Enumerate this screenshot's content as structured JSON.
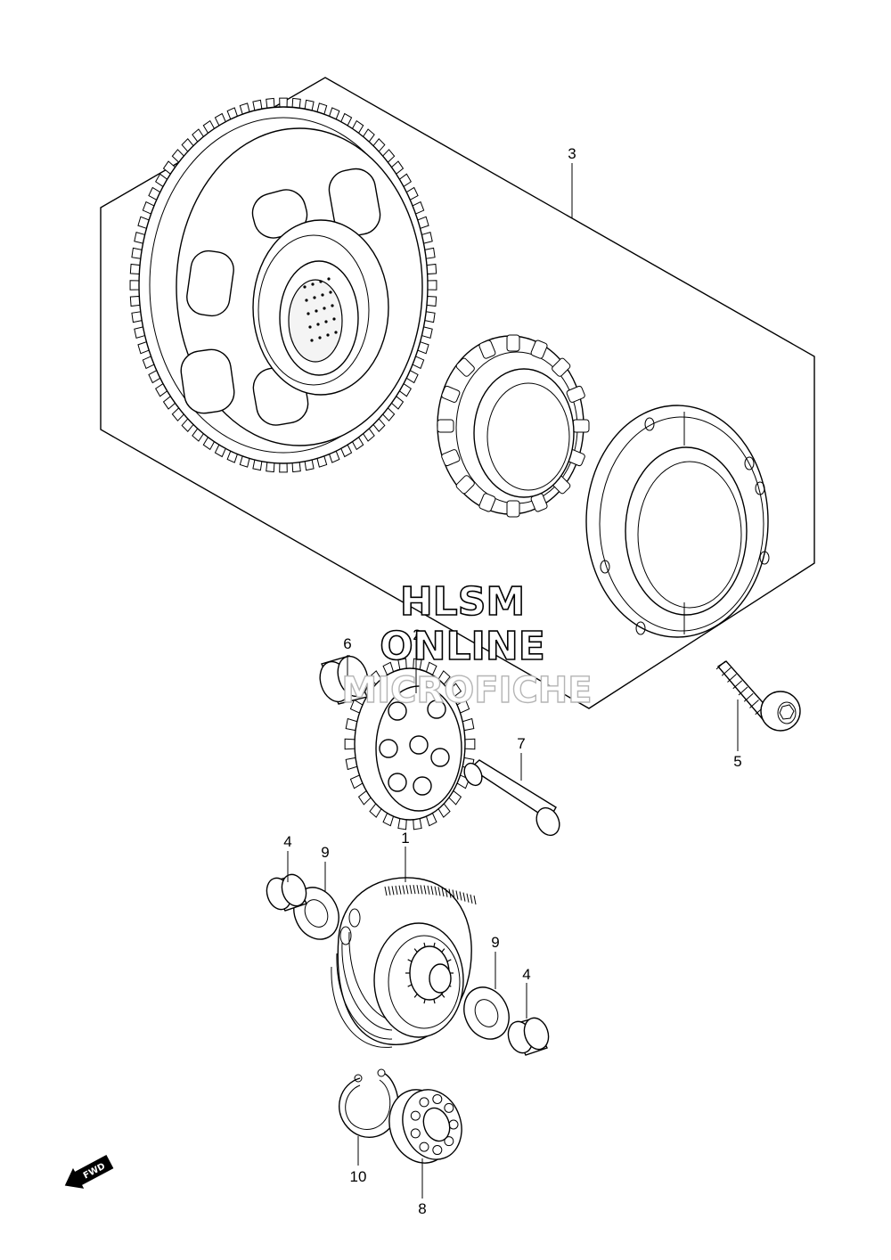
{
  "watermark": {
    "line1": "HLSM",
    "line2": "ONLINE",
    "line3": "MICROFICHE"
  },
  "direction_badge": "FWD",
  "callouts": [
    {
      "id": "c3",
      "label": "3"
    },
    {
      "id": "c6",
      "label": "6"
    },
    {
      "id": "c2",
      "label": "2"
    },
    {
      "id": "c5",
      "label": "5"
    },
    {
      "id": "c7",
      "label": "7"
    },
    {
      "id": "c1",
      "label": "1"
    },
    {
      "id": "c4a",
      "label": "4"
    },
    {
      "id": "c9a",
      "label": "9"
    },
    {
      "id": "c9b",
      "label": "9"
    },
    {
      "id": "c4b",
      "label": "4"
    },
    {
      "id": "c10",
      "label": "10"
    },
    {
      "id": "c8",
      "label": "8"
    }
  ]
}
